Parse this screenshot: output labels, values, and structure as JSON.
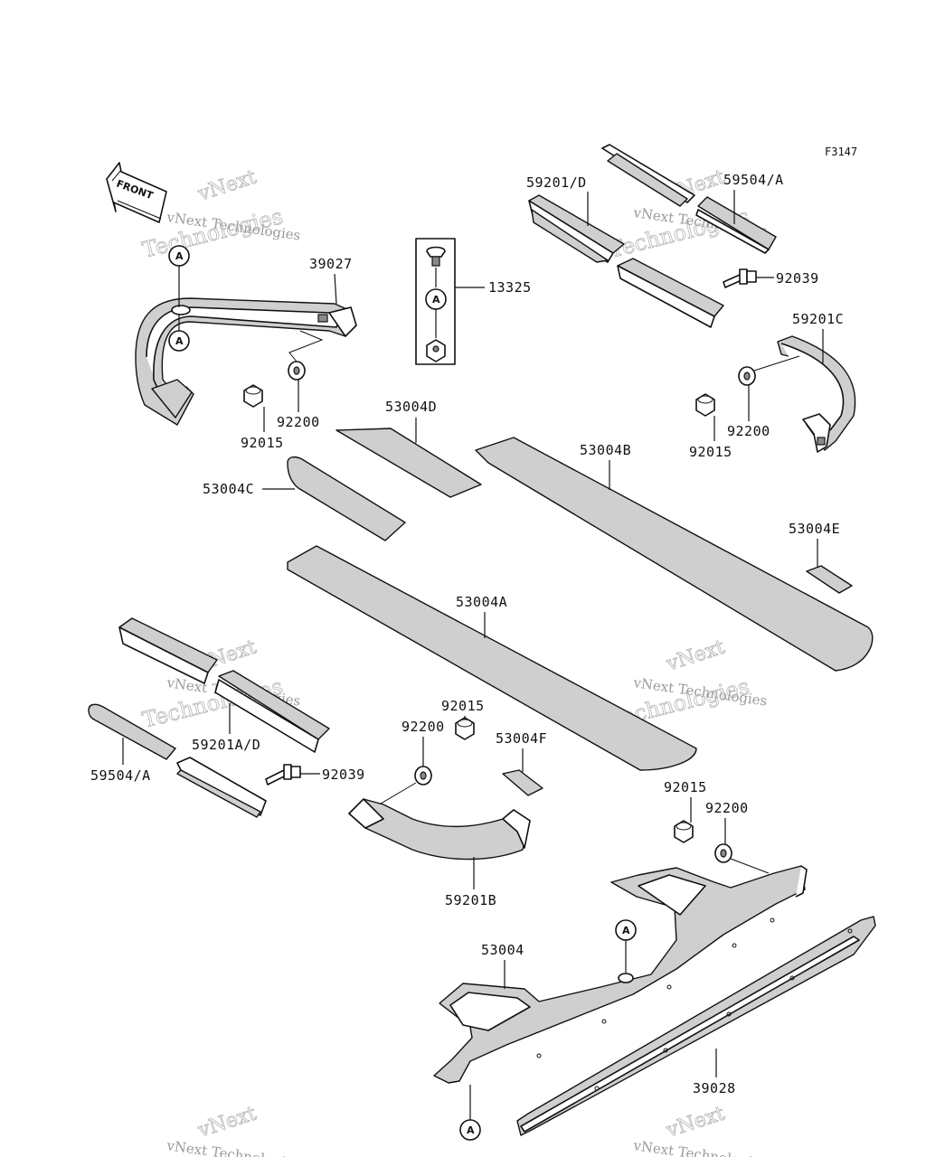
{
  "figure_code": "F3147",
  "front_arrow_label": "FRONT",
  "callout_letter": "A",
  "watermark": {
    "line1": "vNext Technologies",
    "line2": "Technologies",
    "line0": "vNext"
  },
  "parts": {
    "p39027": "39027",
    "p13325": "13325",
    "p59201_d": "59201/D",
    "p59504_a_top": "59504/A",
    "p92039_top": "92039",
    "p59201c": "59201C",
    "p92200_left": "92200",
    "p92015_left": "92015",
    "p53004d": "53004D",
    "p53004b": "53004B",
    "p53004c": "53004C",
    "p92200_right": "92200",
    "p92015_right": "92015",
    "p53004e": "53004E",
    "p53004a": "53004A",
    "p92015_mid": "92015",
    "p92200_mid": "92200",
    "p53004f": "53004F",
    "p59201a_d": "59201A/D",
    "p59504_a_bottom": "59504/A",
    "p92039_bottom": "92039",
    "p59201b": "59201B",
    "p92015_lower": "92015",
    "p92200_lower": "92200",
    "p53004": "53004",
    "p39028": "39028"
  }
}
